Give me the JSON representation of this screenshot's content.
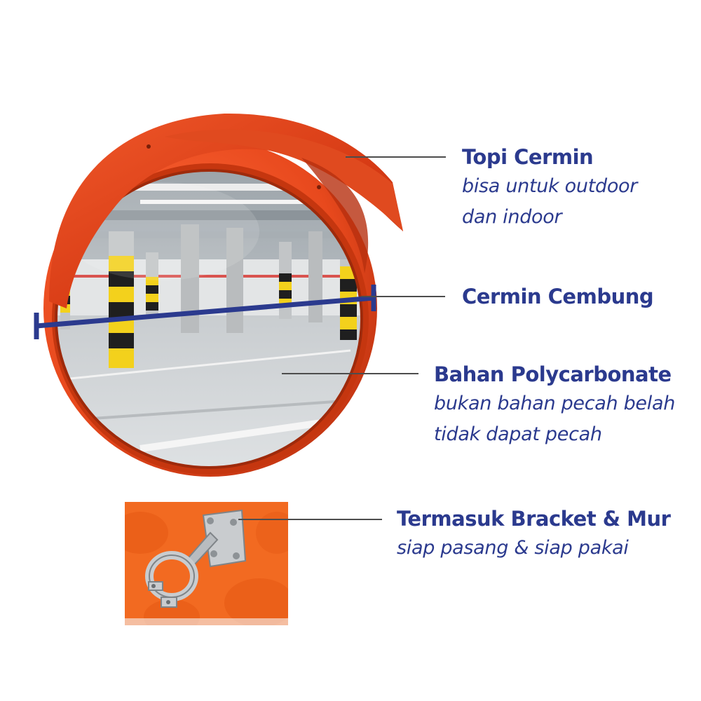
{
  "colors": {
    "label_text": "#2b3a8e",
    "leader_line": "#4d4d4d",
    "mirror_housing": "#e8491d",
    "mirror_housing_dark": "#b8300f",
    "diameter_marker": "#2b3a8e",
    "bracket_background": "#f26a21",
    "bracket_metal": "#c9cccf"
  },
  "callouts": [
    {
      "title": "Topi Cermin",
      "lines": [
        "bisa untuk outdoor",
        "dan indoor"
      ]
    },
    {
      "title": "Cermin Cembung",
      "lines": []
    },
    {
      "title": "Bahan Polycarbonate",
      "lines": [
        "bukan bahan pecah belah",
        "tidak dapat pecah"
      ]
    },
    {
      "title": "Termasuk Bracket & Mur",
      "lines": [
        "siap pasang & siap pakai"
      ]
    }
  ]
}
